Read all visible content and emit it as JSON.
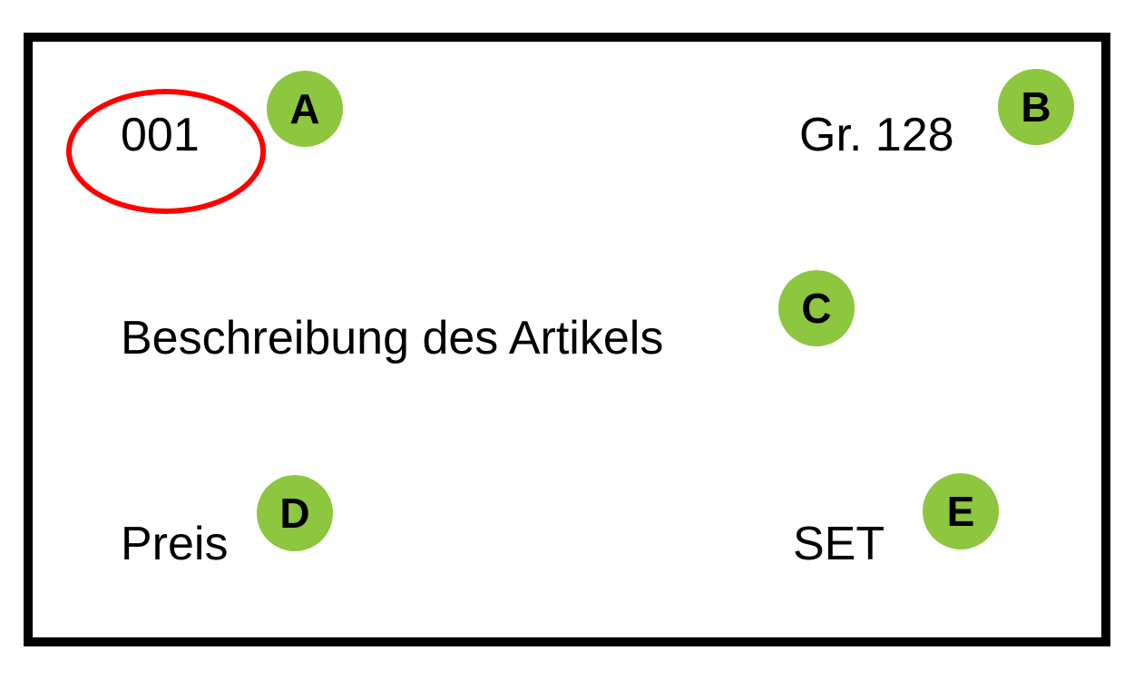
{
  "label": {
    "fields": {
      "a": "001",
      "b": "Gr. 128",
      "c": "Beschreibung des Artikels",
      "d": "Preis",
      "e": "SET"
    },
    "markers": {
      "a": "A",
      "b": "B",
      "c": "C",
      "d": "D",
      "e": "E"
    }
  },
  "colors": {
    "frame": "#000000",
    "marker_fill": "#8DC63F",
    "highlight": "#FF0000",
    "text": "#000000"
  }
}
